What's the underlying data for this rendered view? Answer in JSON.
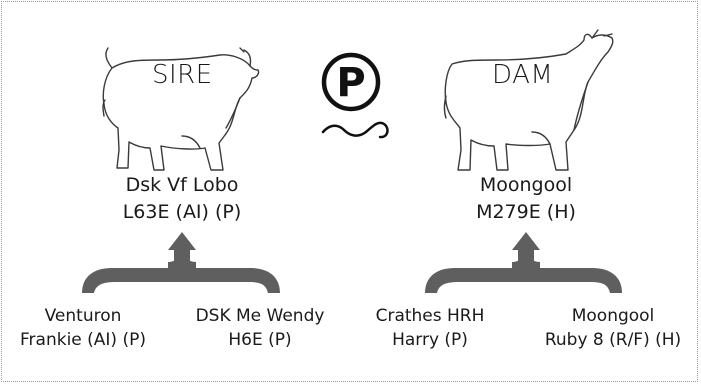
{
  "sire": {
    "title": "SIRE",
    "name_line1": "Dsk Vf Lobo",
    "name_line2": "L63E (AI) (P)",
    "parent_left": {
      "line1": "Venturon",
      "line2": "Frankie (AI) (P)"
    },
    "parent_right": {
      "line1": "DSK Me Wendy",
      "line2": "H6E (P)"
    }
  },
  "dam": {
    "title": "DAM",
    "name_line1": "Moongool",
    "name_line2": "M279E (H)",
    "parent_left": {
      "line1": "Crathes HRH",
      "line2": "Harry (P)"
    },
    "parent_right": {
      "line1": "Moongool",
      "line2": "Ruby 8 (R/F) (H)"
    }
  },
  "poll_symbol": {
    "letter": "P",
    "icon": "polled-icon"
  },
  "colors": {
    "arrow": "#5f5f5f",
    "outline": "#3a3a3a",
    "text": "#1a1a1a"
  }
}
